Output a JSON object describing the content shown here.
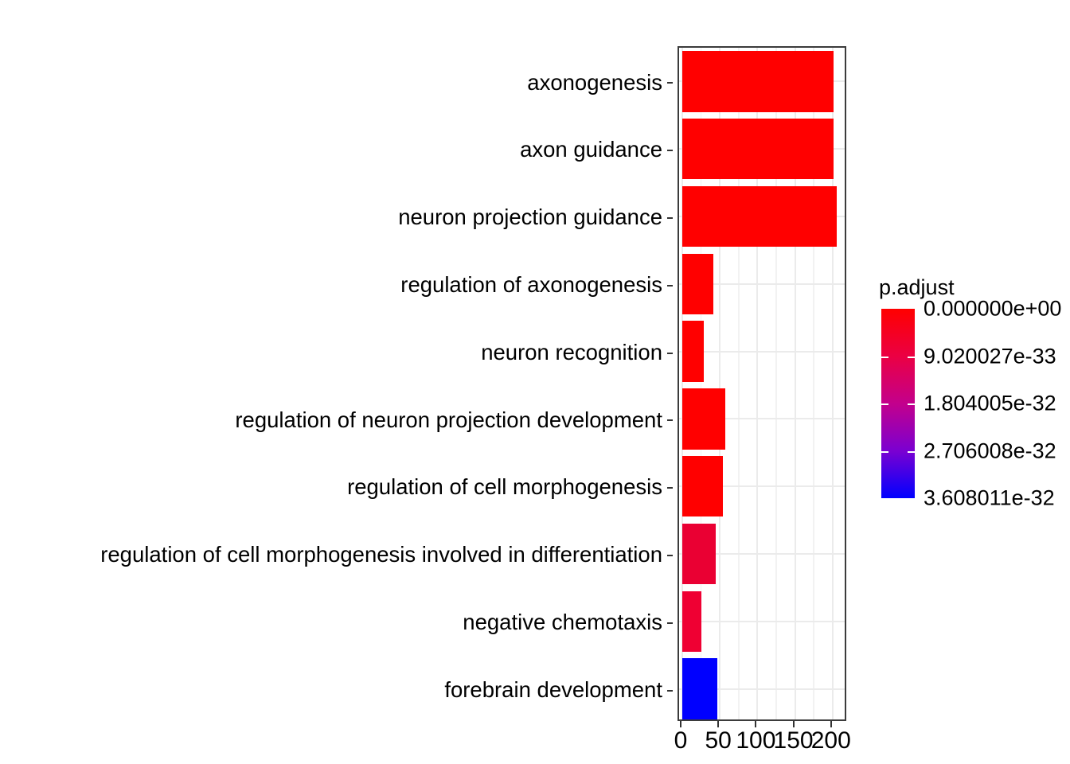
{
  "chart_data": {
    "type": "bar",
    "orientation": "horizontal",
    "title": "",
    "xlabel": "",
    "ylabel": "",
    "xlim": [
      0,
      214
    ],
    "xticks": [
      0,
      50,
      100,
      150,
      200
    ],
    "xtick_labels": [
      "0",
      "50",
      "100",
      "150",
      "200"
    ],
    "grid": true,
    "grid_minor_x": [
      25,
      75,
      125,
      175
    ],
    "categories": [
      "axonogenesis",
      "axon guidance",
      "neuron projection guidance",
      "regulation of axonogenesis",
      "neuron recognition",
      "regulation of neuron projection development",
      "regulation of cell morphogenesis",
      "regulation of cell morphogenesis involved in differentiation",
      "negative chemotaxis",
      "forebrain development"
    ],
    "values": [
      201,
      201,
      205,
      41,
      29,
      57,
      54,
      44,
      25,
      47
    ],
    "bar_colors": [
      "#FF0000",
      "#FF0000",
      "#FF0000",
      "#FF0000",
      "#FF0000",
      "#FF0000",
      "#FF0000",
      "#EA0033",
      "#EF0033",
      "#0000FF"
    ],
    "color_values": [
      0.0,
      0.0,
      0.0,
      0.0,
      0.0,
      0.0,
      0.0,
      2e-33,
      2.2e-33,
      3.608011e-32
    ],
    "legend": {
      "position": "right",
      "title": "p.adjust",
      "type": "continuous-colorbar",
      "gradient_top_color": "#FF0000",
      "gradient_bottom_color": "#0000FF",
      "tick_labels": [
        "0.000000e+00",
        "9.020027e-33",
        "1.804005e-32",
        "2.706008e-32",
        "3.608011e-32"
      ],
      "tick_values": [
        0,
        9.020027e-33,
        1.804005e-32,
        2.706008e-32,
        3.608011e-32
      ],
      "range": [
        0,
        3.608011e-32
      ]
    }
  }
}
